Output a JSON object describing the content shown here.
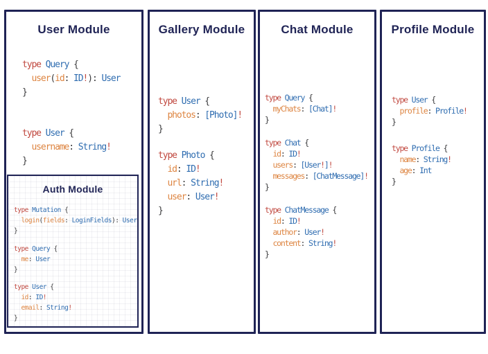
{
  "colors": {
    "navy": "#1f2355",
    "keyword_red": "#c14a41",
    "type_blue": "#2e6cb0",
    "field_orange": "#dd8440",
    "punct_dark": "#3a3a3c",
    "panel_bg": "#ffffff"
  },
  "panels": [
    {
      "id": "user",
      "title": "User Module",
      "blocks": [
        [
          [
            [
              "type",
              "r"
            ],
            [
              " ",
              "d"
            ],
            [
              "Query",
              "b"
            ],
            [
              " {",
              "d"
            ]
          ],
          [
            [
              "  user",
              "o"
            ],
            [
              "(",
              "d"
            ],
            [
              "id",
              "o"
            ],
            [
              ": ",
              "d"
            ],
            [
              "ID",
              "b"
            ],
            [
              "!",
              "r"
            ],
            [
              "): ",
              "d"
            ],
            [
              "User",
              "b"
            ]
          ],
          [
            [
              "}",
              "d"
            ]
          ]
        ],
        [
          [
            [
              "type",
              "r"
            ],
            [
              " ",
              "d"
            ],
            [
              "User",
              "b"
            ],
            [
              " {",
              "d"
            ]
          ],
          [
            [
              "  username",
              "o"
            ],
            [
              ": ",
              "d"
            ],
            [
              "String",
              "b"
            ],
            [
              "!",
              "r"
            ]
          ],
          [
            [
              "}",
              "d"
            ]
          ]
        ]
      ],
      "subpanel": {
        "id": "auth",
        "title": "Auth Module",
        "blocks": [
          [
            [
              [
                "type",
                "r"
              ],
              [
                " ",
                "d"
              ],
              [
                "Mutation",
                "b"
              ],
              [
                " {",
                "d"
              ]
            ],
            [
              [
                "  login",
                "o"
              ],
              [
                "(",
                "d"
              ],
              [
                "fields",
                "o"
              ],
              [
                ": ",
                "d"
              ],
              [
                "LoginFields",
                "b"
              ],
              [
                "): ",
                "d"
              ],
              [
                "User",
                "b"
              ]
            ],
            [
              [
                "}",
                "d"
              ]
            ]
          ],
          [
            [
              [
                "type",
                "r"
              ],
              [
                " ",
                "d"
              ],
              [
                "Query",
                "b"
              ],
              [
                " {",
                "d"
              ]
            ],
            [
              [
                "  me",
                "o"
              ],
              [
                ": ",
                "d"
              ],
              [
                "User",
                "b"
              ]
            ],
            [
              [
                "}",
                "d"
              ]
            ]
          ],
          [
            [
              [
                "type",
                "r"
              ],
              [
                " ",
                "d"
              ],
              [
                "User",
                "b"
              ],
              [
                " {",
                "d"
              ]
            ],
            [
              [
                "  id",
                "o"
              ],
              [
                ": ",
                "d"
              ],
              [
                "ID",
                "b"
              ],
              [
                "!",
                "r"
              ]
            ],
            [
              [
                "  email",
                "o"
              ],
              [
                ": ",
                "d"
              ],
              [
                "String",
                "b"
              ],
              [
                "!",
                "r"
              ]
            ],
            [
              [
                "}",
                "d"
              ]
            ]
          ]
        ]
      }
    },
    {
      "id": "gallery",
      "title": "Gallery Module",
      "blocks": [
        [
          [
            [
              "type",
              "r"
            ],
            [
              " ",
              "d"
            ],
            [
              "User",
              "b"
            ],
            [
              " {",
              "d"
            ]
          ],
          [
            [
              "  photos",
              "o"
            ],
            [
              ": ",
              "d"
            ],
            [
              "[Photo]",
              "b"
            ],
            [
              "!",
              "r"
            ]
          ],
          [
            [
              "}",
              "d"
            ]
          ]
        ],
        [
          [
            [
              "type",
              "r"
            ],
            [
              " ",
              "d"
            ],
            [
              "Photo",
              "b"
            ],
            [
              " {",
              "d"
            ]
          ],
          [
            [
              "  id",
              "o"
            ],
            [
              ": ",
              "d"
            ],
            [
              "ID",
              "b"
            ],
            [
              "!",
              "r"
            ]
          ],
          [
            [
              "  url",
              "o"
            ],
            [
              ": ",
              "d"
            ],
            [
              "String",
              "b"
            ],
            [
              "!",
              "r"
            ]
          ],
          [
            [
              "  user",
              "o"
            ],
            [
              ": ",
              "d"
            ],
            [
              "User",
              "b"
            ],
            [
              "!",
              "r"
            ]
          ],
          [
            [
              "}",
              "d"
            ]
          ]
        ]
      ]
    },
    {
      "id": "chat",
      "title": "Chat Module",
      "blocks": [
        [
          [
            [
              "type",
              "r"
            ],
            [
              " ",
              "d"
            ],
            [
              "Query",
              "b"
            ],
            [
              " {",
              "d"
            ]
          ],
          [
            [
              "  myChats",
              "o"
            ],
            [
              ": ",
              "d"
            ],
            [
              "[Chat]",
              "b"
            ],
            [
              "!",
              "r"
            ]
          ],
          [
            [
              "}",
              "d"
            ]
          ]
        ],
        [
          [
            [
              "type",
              "r"
            ],
            [
              " ",
              "d"
            ],
            [
              "Chat",
              "b"
            ],
            [
              " {",
              "d"
            ]
          ],
          [
            [
              "  id",
              "o"
            ],
            [
              ": ",
              "d"
            ],
            [
              "ID",
              "b"
            ],
            [
              "!",
              "r"
            ]
          ],
          [
            [
              "  users",
              "o"
            ],
            [
              ": ",
              "d"
            ],
            [
              "[User",
              "b"
            ],
            [
              "!",
              "r"
            ],
            [
              "]",
              "b"
            ],
            [
              "!",
              "r"
            ]
          ],
          [
            [
              "  messages",
              "o"
            ],
            [
              ": ",
              "d"
            ],
            [
              "[ChatMessage]",
              "b"
            ],
            [
              "!",
              "r"
            ]
          ],
          [
            [
              "}",
              "d"
            ]
          ]
        ],
        [
          [
            [
              "type",
              "r"
            ],
            [
              " ",
              "d"
            ],
            [
              "ChatMessage",
              "b"
            ],
            [
              " {",
              "d"
            ]
          ],
          [
            [
              "  id",
              "o"
            ],
            [
              ": ",
              "d"
            ],
            [
              "ID",
              "b"
            ],
            [
              "!",
              "r"
            ]
          ],
          [
            [
              "  author",
              "o"
            ],
            [
              ": ",
              "d"
            ],
            [
              "User",
              "b"
            ],
            [
              "!",
              "r"
            ]
          ],
          [
            [
              "  content",
              "o"
            ],
            [
              ": ",
              "d"
            ],
            [
              "String",
              "b"
            ],
            [
              "!",
              "r"
            ]
          ],
          [
            [
              "}",
              "d"
            ]
          ]
        ]
      ]
    },
    {
      "id": "profile",
      "title": "Profile Module",
      "blocks": [
        [
          [
            [
              "type",
              "r"
            ],
            [
              " ",
              "d"
            ],
            [
              "User",
              "b"
            ],
            [
              " {",
              "d"
            ]
          ],
          [
            [
              "  profile",
              "o"
            ],
            [
              ": ",
              "d"
            ],
            [
              "Profile",
              "b"
            ],
            [
              "!",
              "r"
            ]
          ],
          [
            [
              "}",
              "d"
            ]
          ]
        ],
        [
          [
            [
              "type",
              "r"
            ],
            [
              " ",
              "d"
            ],
            [
              "Profile",
              "b"
            ],
            [
              " {",
              "d"
            ]
          ],
          [
            [
              "  name",
              "o"
            ],
            [
              ": ",
              "d"
            ],
            [
              "String",
              "b"
            ],
            [
              "!",
              "r"
            ]
          ],
          [
            [
              "  age",
              "o"
            ],
            [
              ": ",
              "d"
            ],
            [
              "Int",
              "b"
            ]
          ],
          [
            [
              "}",
              "d"
            ]
          ]
        ]
      ]
    }
  ]
}
